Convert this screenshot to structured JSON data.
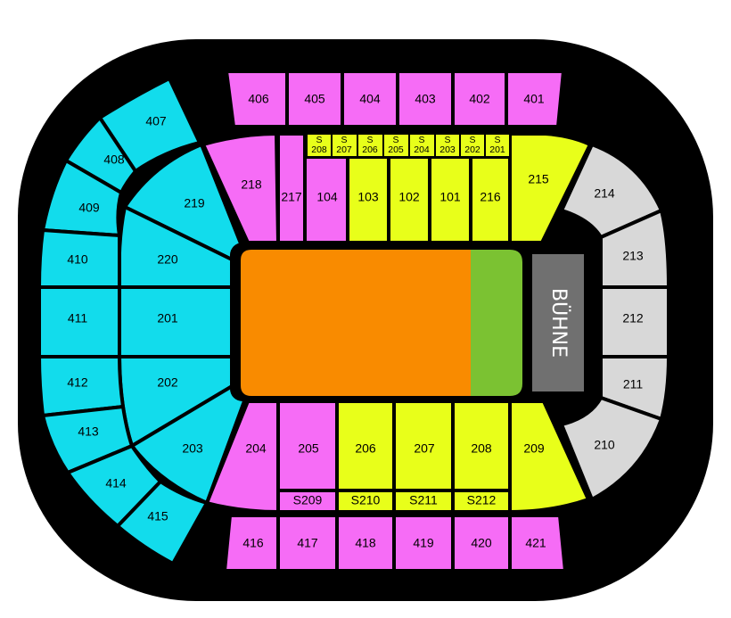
{
  "colors": {
    "background": "#000000",
    "pink": "#f66cf6",
    "yellow": "#e8ff1a",
    "cyan": "#12dcec",
    "gray": "#d8d8d8",
    "floor_orange": "#f98b00",
    "floor_green": "#7bc232",
    "stage_gray": "#707070"
  },
  "stage": {
    "label": "BÜHNE"
  },
  "sections": {
    "s406": "406",
    "s405": "405",
    "s404": "404",
    "s403": "403",
    "s402": "402",
    "s401": "401",
    "s416": "416",
    "s417": "417",
    "s418": "418",
    "s419": "419",
    "s420": "420",
    "s421": "421",
    "s218": "218",
    "s217": "217",
    "s104": "104",
    "s103": "103",
    "s102": "102",
    "s101": "101",
    "s216": "216",
    "s215": "215",
    "s204": "204",
    "s205": "205",
    "s206": "206",
    "s207": "207",
    "s208": "208",
    "s209": "209",
    "sS209": "S209",
    "sS210": "S210",
    "sS211": "S211",
    "sS212": "S212",
    "box_prefix": "S",
    "sb208": "208",
    "sb207": "207",
    "sb206": "206",
    "sb205": "205",
    "sb204": "204",
    "sb203": "203",
    "sb202": "202",
    "sb201": "201",
    "s214": "214",
    "s213": "213",
    "s212": "212",
    "s211": "211",
    "s210": "210",
    "s219": "219",
    "s220": "220",
    "s201": "201",
    "s202": "202",
    "s203": "203",
    "s407": "407",
    "s408": "408",
    "s409": "409",
    "s410": "410",
    "s411": "411",
    "s412": "412",
    "s413": "413",
    "s414": "414",
    "s415": "415"
  }
}
